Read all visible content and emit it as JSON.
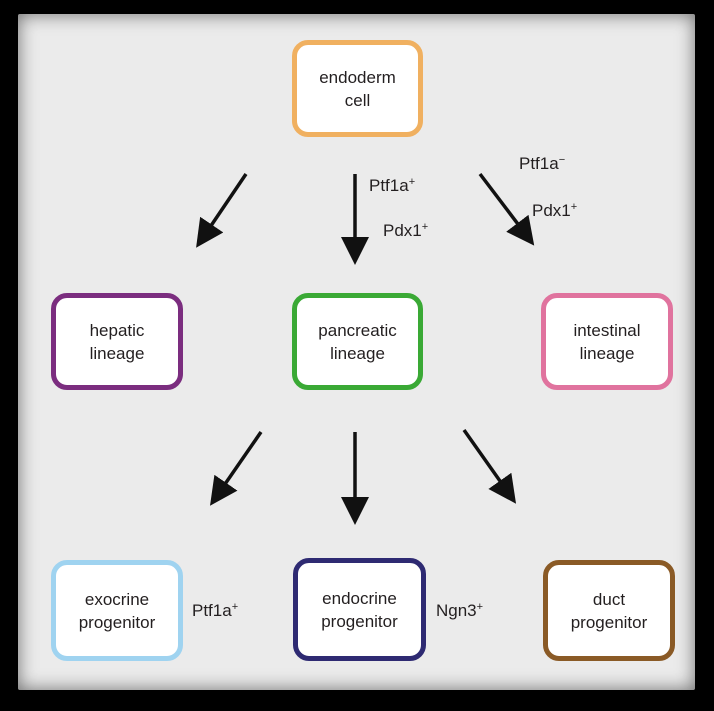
{
  "nodes": {
    "endoderm": {
      "line1": "endoderm",
      "line2": "cell",
      "color": "#f0b060"
    },
    "hepatic": {
      "line1": "hepatic",
      "line2": "lineage",
      "color": "#7b2d7f"
    },
    "pancreatic": {
      "line1": "pancreatic",
      "line2": "lineage",
      "color": "#3aa935"
    },
    "intestinal": {
      "line1": "intestinal",
      "line2": "lineage",
      "color": "#e0739e"
    },
    "exocrine": {
      "line1": "exocrine",
      "line2": "progenitor",
      "color": "#9fd3f0"
    },
    "endocrine": {
      "line1": "endocrine",
      "line2": "progenitor",
      "color": "#2e2a72"
    },
    "duct": {
      "line1": "duct",
      "line2": "progenitor",
      "color": "#8a5a26"
    }
  },
  "labels": {
    "center_ptf1a": {
      "base": "Ptf1a",
      "sign": "+"
    },
    "center_pdx1": {
      "base": "Pdx1",
      "sign": "+"
    },
    "right_ptf1a": {
      "base": "Ptf1a",
      "sign": "−"
    },
    "right_pdx1": {
      "base": "Pdx1",
      "sign": "+"
    },
    "exocrine_ptf1a": {
      "base": "Ptf1a",
      "sign": "+"
    },
    "endocrine_ngn3": {
      "base": "Ngn3",
      "sign": "+"
    }
  },
  "colors": {
    "arrow": "#111111",
    "panel": "#ebebeb",
    "frame": "#000000"
  }
}
